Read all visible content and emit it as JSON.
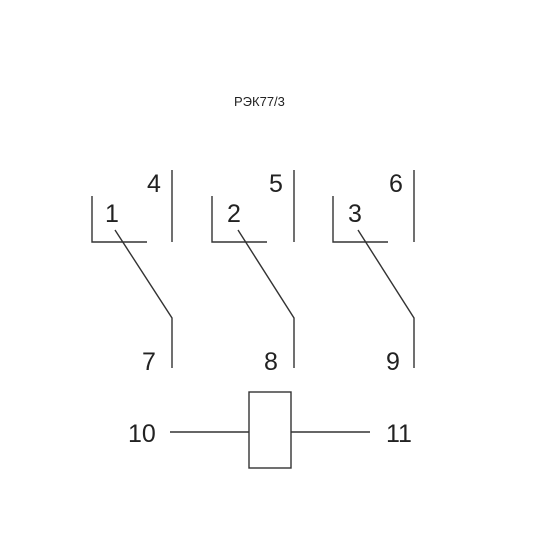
{
  "title": "РЭК77/3",
  "contacts": [
    {
      "common": "1",
      "nc": "4",
      "no": "7"
    },
    {
      "common": "2",
      "nc": "5",
      "no": "8"
    },
    {
      "common": "3",
      "nc": "6",
      "no": "9"
    }
  ],
  "coil": {
    "left": "10",
    "right": "11"
  },
  "colors": {
    "line": "#333333",
    "text": "#222222",
    "background": "#ffffff"
  }
}
